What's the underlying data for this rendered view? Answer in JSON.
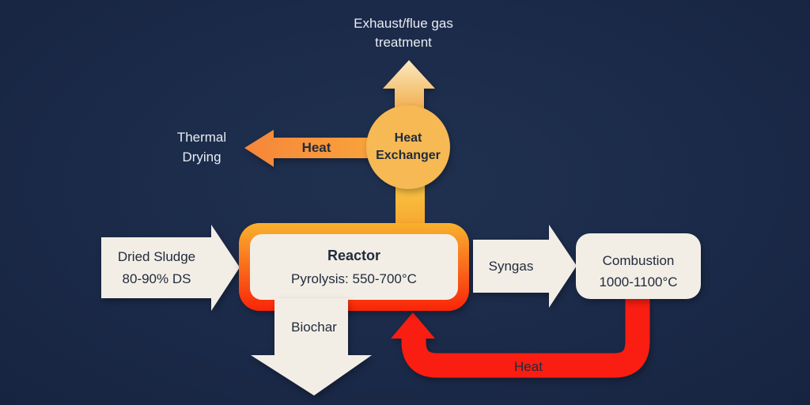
{
  "colors": {
    "background": "#1B2A49",
    "cream": "#F2EEE6",
    "dark_text": "#222B3C",
    "light_text": "#E9ECF2",
    "orange": "#F6863A",
    "orange_light": "#F9A23C",
    "amber_circle": "#F6B954",
    "gold": "#F8C443",
    "gold_deep": "#F7A42B",
    "arrow_cream_top": "#FBEBC2",
    "arrow_orange_bottom": "#F0A33B",
    "red": "#F91D12",
    "reactor_border_top": "#F9B12C",
    "reactor_border_mid": "#F9691B",
    "reactor_border_bottom": "#FA2408"
  },
  "nodes": {
    "exhaust_treatment": {
      "line1": "Exhaust/flue gas",
      "line2": "treatment"
    },
    "thermal_drying": {
      "line1": "Thermal",
      "line2": "Drying"
    },
    "heat_exchanger": {
      "line1": "Heat",
      "line2": "Exchanger"
    },
    "reactor": {
      "title": "Reactor",
      "subtitle": "Pyrolysis: 550-700°C"
    },
    "combustion": {
      "line1": "Combustion",
      "line2": "1000-1100°C"
    }
  },
  "flows": {
    "dried_sludge": {
      "line1": "Dried Sludge",
      "line2": "80-90% DS"
    },
    "syngas": {
      "label": "Syngas"
    },
    "biochar": {
      "label": "Biochar"
    },
    "heat_to_drying": {
      "label": "Heat"
    },
    "heat_return": {
      "label": "Heat"
    }
  }
}
